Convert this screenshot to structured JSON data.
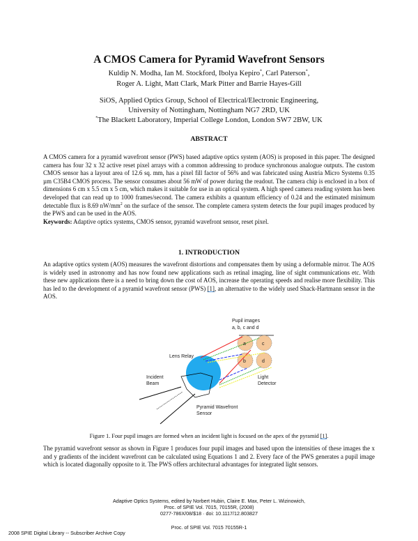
{
  "title": "A CMOS Camera for Pyramid Wavefront Sensors",
  "authors": {
    "line1_a": "Kuldip N. Modha, Ian M. Stockford, Ibolya Kepiro",
    "line1_b": ", Carl Paterson",
    "line1_c": ",",
    "line2": "Roger A. Light, Matt Clark, Mark Pitter and Barrie Hayes-Gill",
    "mark": "*"
  },
  "affiliations": {
    "line1": "SiOS, Applied Optics Group, School of Electrical/Electronic Engineering,",
    "line2": "University of Nottingham, Nottingham NG7 2RD, UK",
    "line3": "The Blackett Laboratory, Imperial College London, London SW7 2BW, UK"
  },
  "abstract": {
    "heading": "ABSTRACT",
    "body_a": "A CMOS camera for a pyramid wavefront sensor (PWS) based adaptive optics system (AOS) is proposed in this paper. The designed camera has four 32 x 32 active reset pixel arrays with a common addressing to produce synchronous analogue outputs. The custom CMOS sensor has a layout area of 12.6 sq. mm, has a pixel fill factor of 56% and was fabricated using Austria Micro Systems 0.35 µm C35B4 CMOS process. The sensor consumes about 56 mW of power during the readout. The camera chip is enclosed in a box of dimensions 6 cm x 5.5 cm x 5 cm, which makes it suitable for use in an optical system. A high speed camera reading system has been developed that can read up to 1000 frames/second. The camera exhibits a quantum efficiency of 0.24 and the estimated minimum detectable flux is 8.69 nW/mm",
    "body_sup": "2",
    "body_b": " on the surface of the sensor. The complete camera system detects the four pupil images produced by the PWS and can be used in the AOS.",
    "keywords_label": "Keywords:",
    "keywords": " Adaptive optics systems, CMOS sensor, pyramid wavefront sensor, reset pixel."
  },
  "introduction": {
    "heading": "1.  INTRODUCTION",
    "para1_a": "An adaptive optics system (AOS) measures the wavefront distortions and compensates them by using a deformable mirror. The AOS is widely used in astronomy and has now found new applications such as retinal imaging, line of sight communications etc. With these new applications there is a need to bring down the cost of AOS, increase the operating speeds and realise more flexibility. This has led to the development of a pyramid wavefront sensor (PWS) ",
    "ref1": "[1]",
    "para1_b": ", an alternative to the widely used Shack-Hartmann sensor in the AOS.",
    "para2": "The pyramid wavefront sensor as shown in Figure 1 produces four pupil images and based upon the intensities of these images the x and y gradients of the incident wavefront can be calculated using Equations 1 and 2. Every face of the PWS generates a pupil image which is located diagonally opposite to it. The PWS offers architectural advantages for integrated light sensors."
  },
  "figure": {
    "labels": {
      "pupil1": "Pupil images",
      "pupil2": "a, b, c and d",
      "lens": "Lens Relay",
      "incident1": "Incident",
      "incident2": "Beam",
      "light1": "Light",
      "light2": "Detector",
      "pws1": "Pyramid Wavefront",
      "pws2": "Sensor",
      "a": "a",
      "b": "b",
      "c": "c",
      "d": "d"
    },
    "caption_a": "Figure 1. Four pupil images are formed when an incident light is focused on the apex of the pyramid ",
    "caption_ref": "[1]",
    "caption_b": ".",
    "colors": {
      "sphere": "#22aaee",
      "pupil": "#f5c89a",
      "red": "#ee2222",
      "green": "#22aa22",
      "blue": "#2233ee",
      "yellow": "#eeee22"
    }
  },
  "footer": {
    "line1": "Adaptive Optics Systems, edited by Norbert Hubin, Claire E. Max, Peter L. Wizinowich,",
    "line2": "Proc. of SPIE Vol. 7015, 70155R, (2008)",
    "line3": "0277-786X/08/$18 · doi: 10.1117/12.803827",
    "page": "Proc. of SPIE Vol. 7015  70155R-1",
    "library": "2008 SPIE Digital Library -- Subscriber Archive Copy"
  }
}
